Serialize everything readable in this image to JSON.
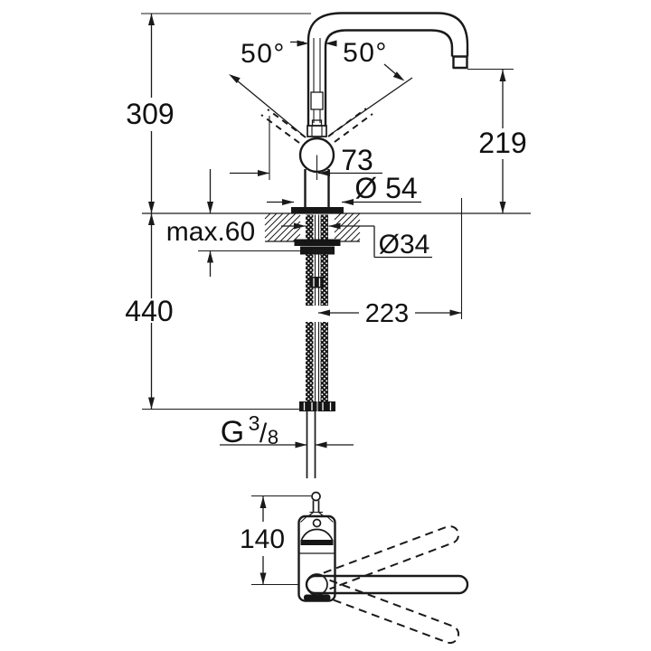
{
  "drawing": {
    "type": "technical-dimension-drawing",
    "subject": "single-lever kitchen mixer faucet with high U-spout, side elevation and plan view",
    "units": "mm",
    "colors": {
      "line": "#1a1a1a",
      "background": "#ffffff"
    },
    "side_view": {
      "labels": {
        "total_height": "309",
        "below_counter_depth": "440",
        "spout_outlet_height": "219",
        "spout_projection": "223",
        "handle_clearance": "73",
        "base_diameter": "Ø 54",
        "shank_diameter": "Ø34",
        "max_counter_thickness": "max.60",
        "swivel_left": "50°",
        "swivel_right": "50°",
        "thread": {
          "letter": "G",
          "numerator": "3",
          "slash": "/",
          "denominator": "8"
        }
      }
    },
    "top_view": {
      "labels": {
        "spout_to_handle": "140"
      }
    }
  }
}
